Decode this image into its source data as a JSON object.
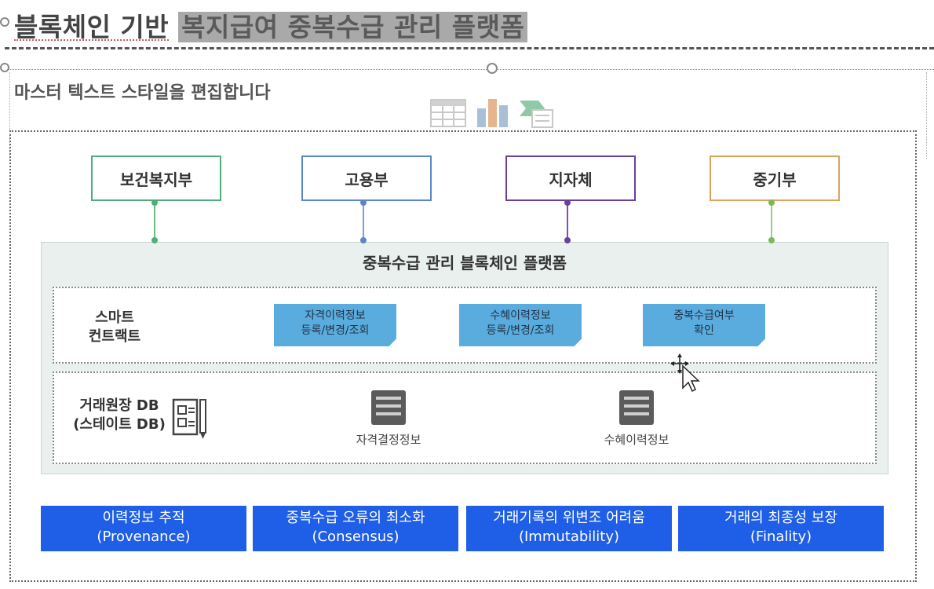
{
  "slide": {
    "title_part1": "블록체인 기반",
    "title_part2": "복지급여 중복수급 관리 플랫폼",
    "subtitle": "마스터 텍스트 스타일을 편집합니다",
    "placeholder_icons": [
      "table-icon",
      "chart-icon",
      "smartart-icon"
    ]
  },
  "diagram": {
    "agencies": [
      "보건복지부",
      "고용부",
      "지자체",
      "중기부"
    ],
    "platform_title": "중복수급 관리 블록체인 플랫폼",
    "smart_contract": {
      "label_line1": "스마트",
      "label_line2": "컨트랙트",
      "items": [
        {
          "line1": "자격이력정보",
          "line2": "등록/변경/조회"
        },
        {
          "line1": "수혜이력정보",
          "line2": "등록/변경/조회"
        },
        {
          "line1": "중복수급여부",
          "line2": "확인"
        }
      ]
    },
    "ledger": {
      "label_line1": "거래원장 DB",
      "label_line2": "(스테이트 DB)",
      "items": [
        "자격결정정보",
        "수혜이력정보"
      ]
    },
    "features": [
      {
        "line1": "이력정보 추적",
        "line2": "(Provenance)"
      },
      {
        "line1": "중복수급 오류의 최소화",
        "line2": "(Consensus)"
      },
      {
        "line1": "거래기록의 위변조 어려움",
        "line2": "(Immutability)"
      },
      {
        "line1": "거래의 최종성 보장",
        "line2": "(Finality)"
      }
    ]
  },
  "colors": {
    "agency_borders": [
      "#4caf7a",
      "#5b86c9",
      "#6a3fa0",
      "#e0a25b"
    ],
    "contract_fill": "#5aacdf",
    "feature_fill": "#1f5ee6",
    "platform_fill": "#e9f0ee",
    "title_highlight": "#a9a9a9"
  }
}
